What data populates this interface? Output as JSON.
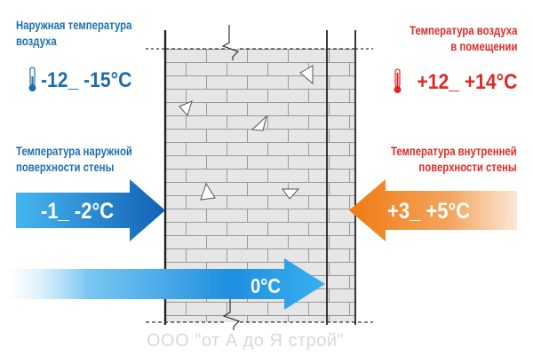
{
  "outside_air": {
    "title_line1": "Наружная температура",
    "title_line2": "воздуха",
    "value": "-12_ -15°C",
    "icon": "thermometer-cold-icon",
    "color": "#1c6eaf"
  },
  "inside_air": {
    "title_line1": "Температура воздуха",
    "title_line2": "в помещении",
    "value": "+12_ +14°C",
    "icon": "thermometer-warm-icon",
    "color": "#dc2a24"
  },
  "outer_surface": {
    "title_line1": "Температура наружной",
    "title_line2": "поверхности стены",
    "value": "-1_ -2°C"
  },
  "inner_surface": {
    "title_line1": "Температура внутренней",
    "title_line2": "поверхности стены",
    "value": "+3_ +5°C"
  },
  "zero_point": {
    "value": "0°C"
  },
  "watermark": "ООО \"от А до Я строй\""
}
